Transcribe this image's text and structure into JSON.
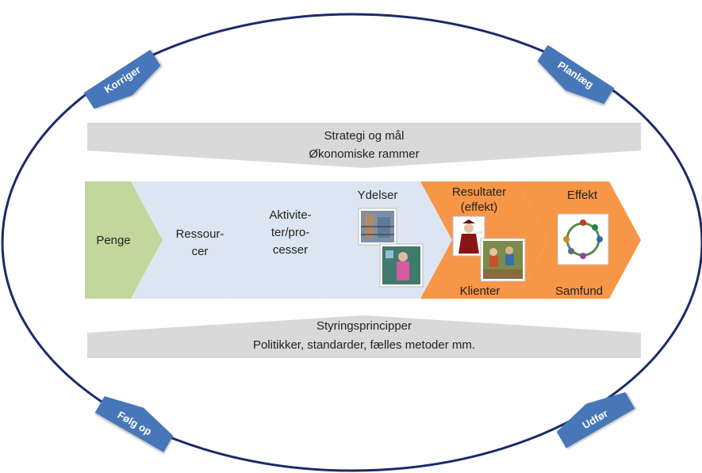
{
  "cycle": {
    "top_left": "Korriger",
    "top_right": "Planlæg",
    "bottom_left": "Følg op",
    "bottom_right": "Udfør"
  },
  "top_banner": {
    "line1": "Strategi og mål",
    "line2": "Økonomiske rammer"
  },
  "bottom_banner": {
    "line1": "Styringsprincipper",
    "line2": "Politikker, standarder, fælles metoder mm."
  },
  "chain": {
    "penge": "Penge",
    "ressourcer": [
      "Ressour-",
      "cer"
    ],
    "aktiviteter": [
      "Aktivite-",
      "ter/pro-",
      "cesser"
    ],
    "ydelser": "Ydelser",
    "resultater": [
      "Resultater",
      "(effekt)"
    ],
    "klienter": "Klienter",
    "effekt": "Effekt",
    "samfund": "Samfund"
  },
  "colors": {
    "ellipse_stroke": "#1b2a6b",
    "tag_fill": "#4677b8",
    "banner_fill": "#d9d9d9",
    "penge_fill": "#c3d69b",
    "light_blue_fill": "#dce6f2",
    "orange_fill": "#f79646"
  }
}
